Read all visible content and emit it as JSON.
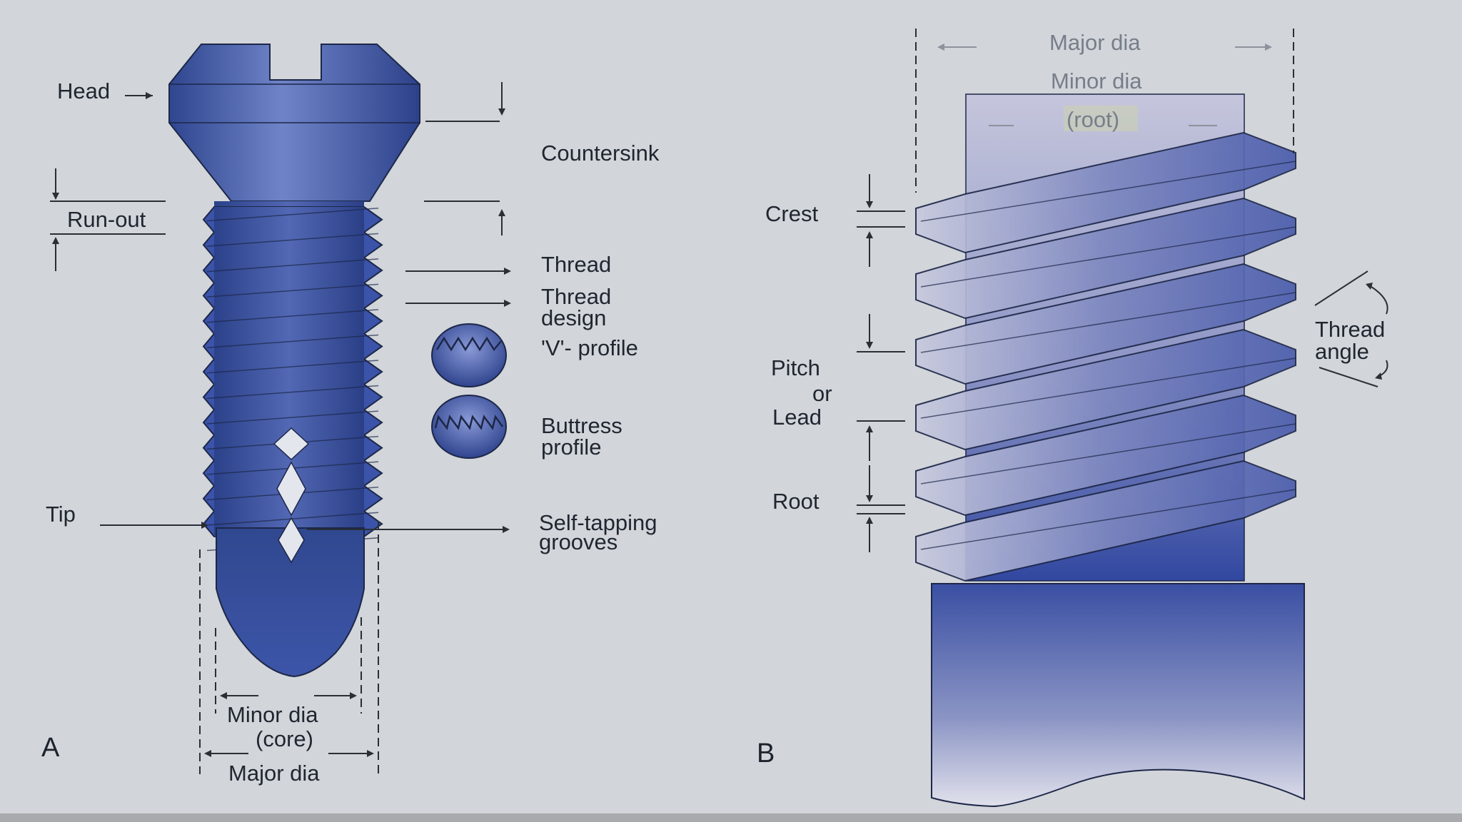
{
  "figure_a": {
    "panel_label": "A",
    "labels": {
      "head": "Head",
      "run_out": "Run-out",
      "countersink": "Countersink",
      "thread": "Thread",
      "thread_design_1": "Thread",
      "thread_design_2": "design",
      "v_profile": "'V'-  profile",
      "buttress_1": "Buttress",
      "buttress_2": "profile",
      "tip": "Tip",
      "self_tapping_1": "Self-tapping",
      "self_tapping_2": "grooves",
      "minor_dia": "Minor  dia",
      "core": "(core)",
      "major_dia": "Major dia"
    }
  },
  "figure_b": {
    "panel_label": "B",
    "labels": {
      "major_dia": "Major  dia",
      "minor_dia": "Minor  dia",
      "root_paren": "(root)",
      "crest": "Crest",
      "pitch": "Pitch",
      "or": "or",
      "lead": "Lead",
      "root": "Root",
      "thread_angle_1": "Thread",
      "thread_angle_2": "angle"
    }
  },
  "colors": {
    "screw_blue": "#3a52a6",
    "screw_light": "#7d8fd0",
    "background": "#cfd2d6"
  }
}
